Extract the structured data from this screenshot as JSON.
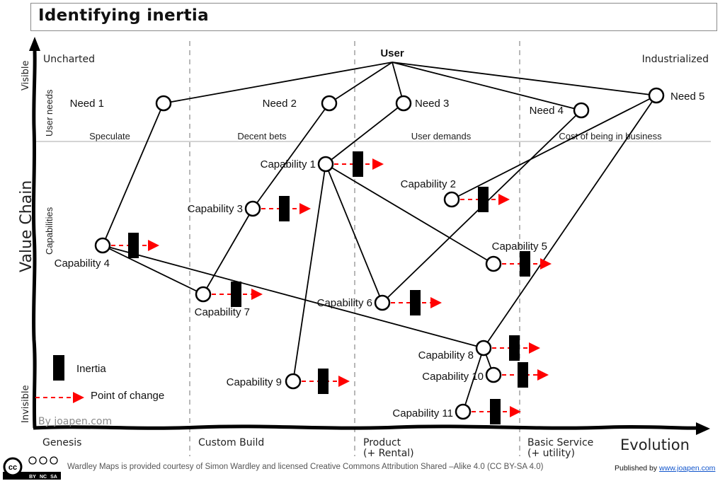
{
  "title": "Identifying inertia",
  "axes": {
    "y_label": "Value Chain",
    "y_top": "Visible",
    "y_bottom": "Invisible",
    "y_sections": [
      "User needs",
      "Capabilities"
    ],
    "x_label": "Evolution",
    "stages": [
      "Genesis",
      "Custom Build",
      "Product",
      "(+ Rental)",
      "Basic Service",
      "(+ utility)"
    ],
    "corner_left": "Uncharted",
    "corner_right": "Industrialized",
    "band_labels": [
      "Speculate",
      "Decent bets",
      "User demands",
      "Cost of being in business"
    ]
  },
  "user": {
    "label": "User"
  },
  "needs": [
    {
      "id": "n1",
      "label": "Need 1"
    },
    {
      "id": "n2",
      "label": "Need 2"
    },
    {
      "id": "n3",
      "label": "Need 3"
    },
    {
      "id": "n4",
      "label": "Need 4"
    },
    {
      "id": "n5",
      "label": "Need 5"
    }
  ],
  "capabilities": [
    {
      "id": "c1",
      "label": "Capability 1",
      "inertia": true
    },
    {
      "id": "c2",
      "label": "Capability 2",
      "inertia": true
    },
    {
      "id": "c3",
      "label": "Capability 3",
      "inertia": true
    },
    {
      "id": "c4",
      "label": "Capability 4",
      "inertia": true
    },
    {
      "id": "c5",
      "label": "Capability 5",
      "inertia": true
    },
    {
      "id": "c6",
      "label": "Capability 6",
      "inertia": true
    },
    {
      "id": "c7",
      "label": "Capability 7",
      "inertia": true
    },
    {
      "id": "c8",
      "label": "Capability 8",
      "inertia": true
    },
    {
      "id": "c9",
      "label": "Capability 9",
      "inertia": true
    },
    {
      "id": "c10",
      "label": "Capability 10",
      "inertia": true
    },
    {
      "id": "c11",
      "label": "Capability 11",
      "inertia": true
    }
  ],
  "links": [
    [
      "user",
      "n1"
    ],
    [
      "user",
      "n2"
    ],
    [
      "user",
      "n3"
    ],
    [
      "user",
      "n4"
    ],
    [
      "user",
      "n5"
    ],
    [
      "n1",
      "c4"
    ],
    [
      "n2",
      "c3"
    ],
    [
      "n3",
      "c1"
    ],
    [
      "n4",
      "c6"
    ],
    [
      "n5",
      "c2"
    ],
    [
      "n5",
      "c8"
    ],
    [
      "c1",
      "c9"
    ],
    [
      "c1",
      "c6"
    ],
    [
      "c1",
      "c5"
    ],
    [
      "c3",
      "c7"
    ],
    [
      "c4",
      "c7"
    ],
    [
      "c4",
      "c8"
    ],
    [
      "c8",
      "c10"
    ],
    [
      "c8",
      "c11"
    ]
  ],
  "legend": {
    "inertia": "Inertia",
    "point_of_change": "Point of change"
  },
  "watermark": "By joapen.com",
  "footer": {
    "license_text": "Wardley Maps is provided courtesy of Simon Wardley and licensed  Creative Commons Attribution Shared –Alike 4.0 (CC BY-SA 4.0)",
    "published_prefix": "Published by ",
    "published_link": "www.joapen.com",
    "cc_badge": [
      "cc",
      "BY",
      "NC",
      "SA"
    ]
  },
  "colors": {
    "arrow": "#ff0000",
    "divider": "#a0a0a0",
    "ink": "#000000"
  }
}
